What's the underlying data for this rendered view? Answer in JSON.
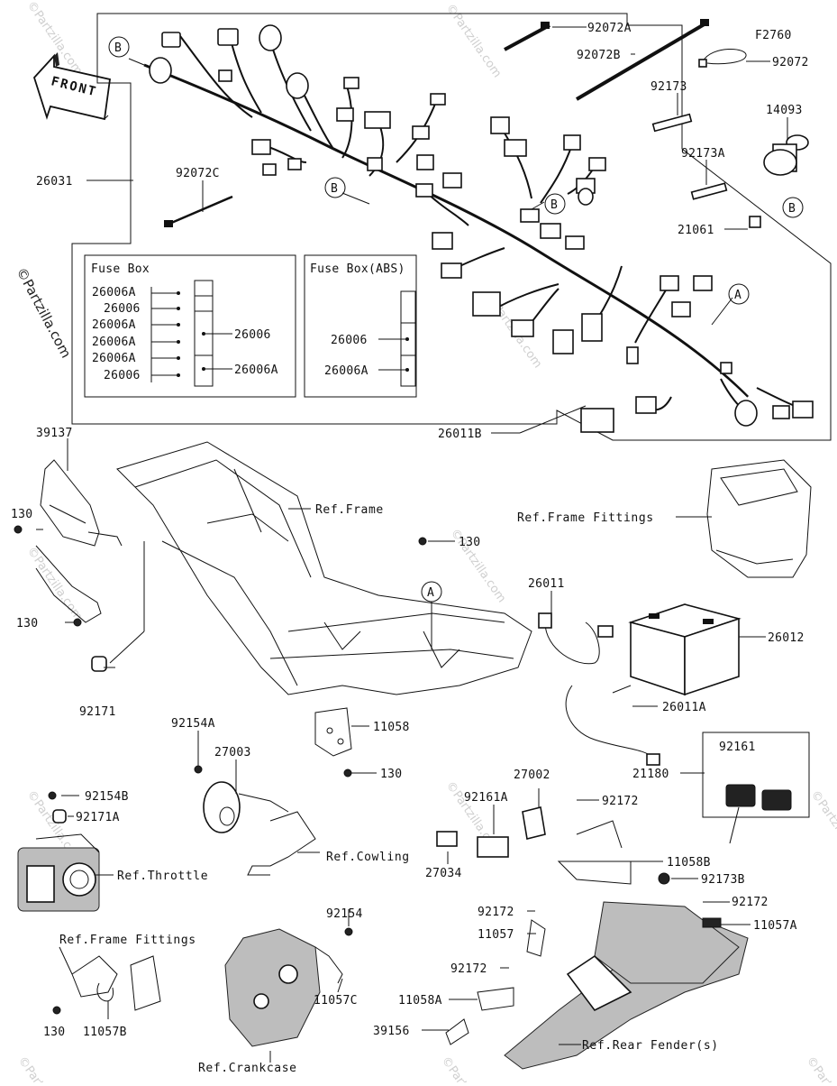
{
  "watermark": "©Partzilla.com",
  "front_arrow_label": "FRONT",
  "diagram_code": "F2760",
  "fuse_box": {
    "title": "Fuse Box",
    "left_labels": [
      "26006A",
      "26006",
      "26006A",
      "26006A",
      "26006A",
      "26006"
    ],
    "right_labels": [
      "26006",
      "26006A"
    ]
  },
  "fuse_box_abs": {
    "title": "Fuse Box(ABS)",
    "labels": [
      "26006",
      "26006A"
    ]
  },
  "callout_letters": {
    "b1": "B",
    "b2": "B",
    "b3": "B",
    "b4": "B",
    "a1": "A",
    "a2": "A"
  },
  "part_labels": {
    "p92072a": "92072A",
    "p92072b": "92072B",
    "p92072": "92072",
    "p92173": "92173",
    "p14093": "14093",
    "p92173a": "92173A",
    "p21061": "21061",
    "p26031": "26031",
    "p92072c": "92072C",
    "p26011b": "26011B",
    "p39137": "39137",
    "p130_a": "130",
    "p130_b": "130",
    "p130_c": "130",
    "p130_d": "130",
    "p130_e": "130",
    "p92171": "92171",
    "p26011": "26011",
    "p26012": "26012",
    "p26011a": "26011A",
    "p11058": "11058",
    "p92154a": "92154A",
    "p27003": "27003",
    "p92154b": "92154B",
    "p92171a": "92171A",
    "p92161": "92161",
    "p21180": "21180",
    "p27002": "27002",
    "p92161a": "92161A",
    "p92172_a": "92172",
    "p92172_b": "92172",
    "p92172_c": "92172",
    "p92172_d": "92172",
    "p27034": "27034",
    "p11058b": "11058B",
    "p92173b": "92173B",
    "p11057": "11057",
    "p11057a": "11057A",
    "p11058a": "11058A",
    "p39156": "39156",
    "p92154": "92154",
    "p11057c": "11057C",
    "p11057b": "11057B"
  },
  "reference_labels": {
    "frame": "Ref.Frame",
    "frame_fittings_top": "Ref.Frame Fittings",
    "cowling": "Ref.Cowling",
    "throttle": "Ref.Throttle",
    "frame_fittings_bottom": "Ref.Frame Fittings",
    "crankcase": "Ref.Crankcase",
    "rear_fender": "Ref.Rear Fender(s)"
  }
}
